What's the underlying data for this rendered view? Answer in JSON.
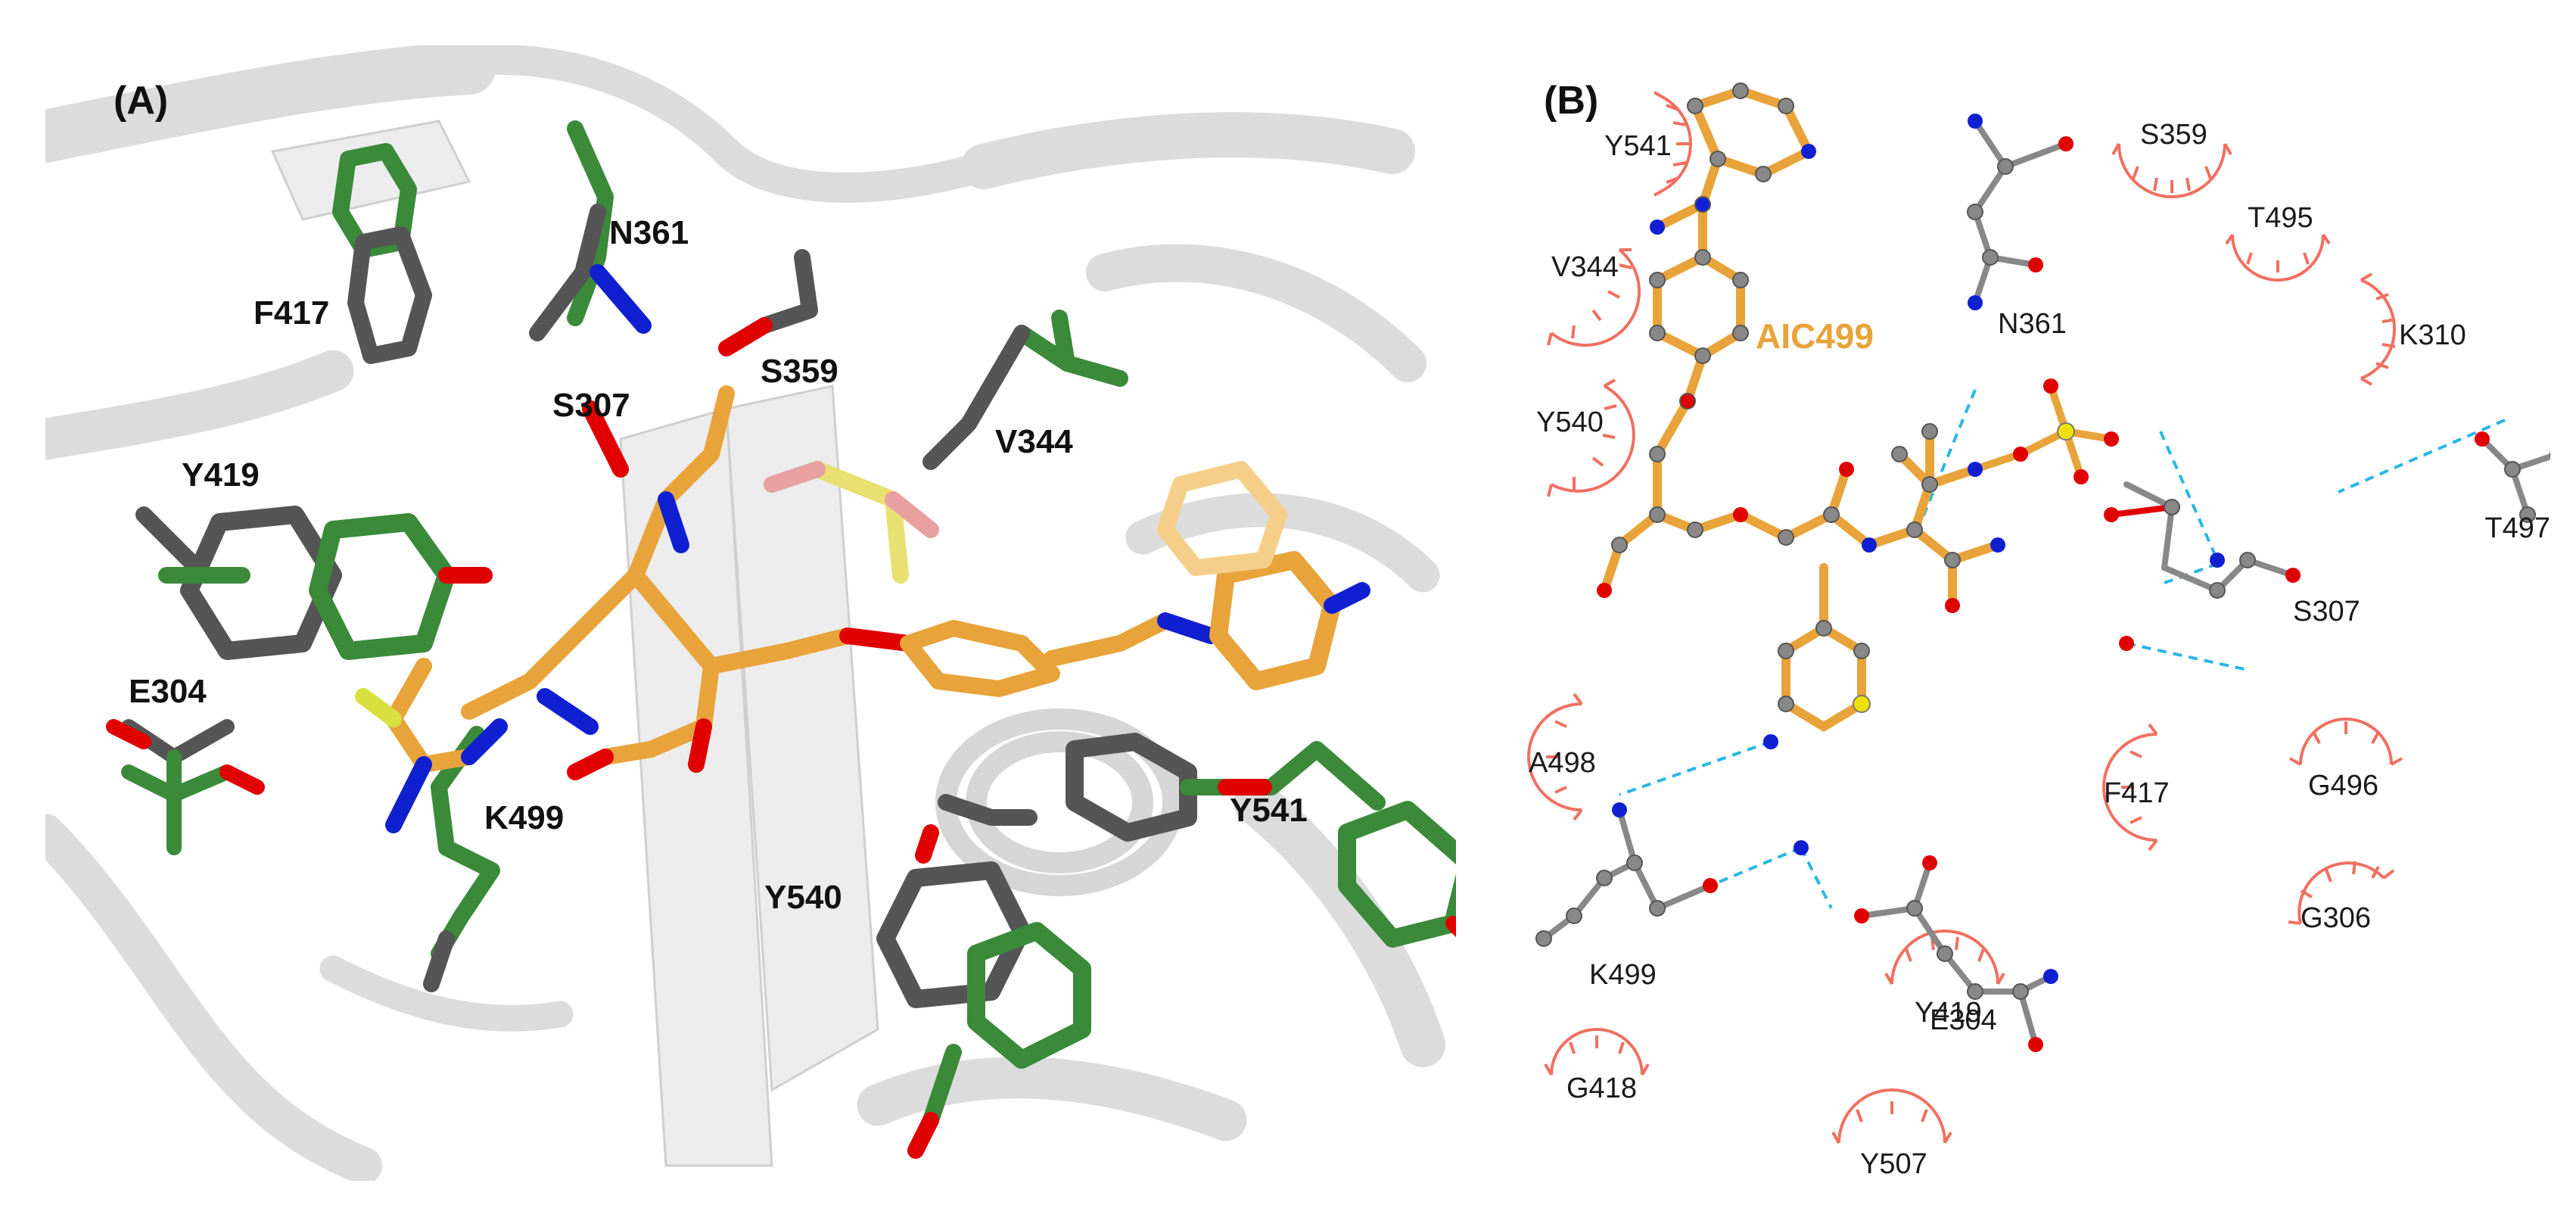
{
  "panel_a": {
    "tag": "(A)",
    "residue_labels": [
      "N361",
      "F417",
      "S359",
      "S307",
      "V344",
      "Y419",
      "E304",
      "K499",
      "Y541",
      "Y540"
    ]
  },
  "panel_b": {
    "tag": "(B)",
    "ligand_name": "AIC499",
    "hbond_residues": [
      "N361",
      "K310",
      "T497",
      "S307",
      "K499",
      "E304"
    ],
    "hydrophobic_residues": [
      "Y541",
      "S359",
      "T495",
      "V344",
      "Y540",
      "A498",
      "F417",
      "G496",
      "G306",
      "Y419",
      "G418",
      "Y507"
    ]
  },
  "colors": {
    "ligand": "#e8a33a",
    "carbon_green": "#3a8a3a",
    "carbon_grey": "#555555",
    "oxygen": "#e00000",
    "nitrogen": "#1020d0",
    "sulfur": "#f0e000",
    "hbond": "#29b6e6",
    "hydrophobic_arc": "#f07060",
    "ribbon": "#d8d8d8"
  }
}
